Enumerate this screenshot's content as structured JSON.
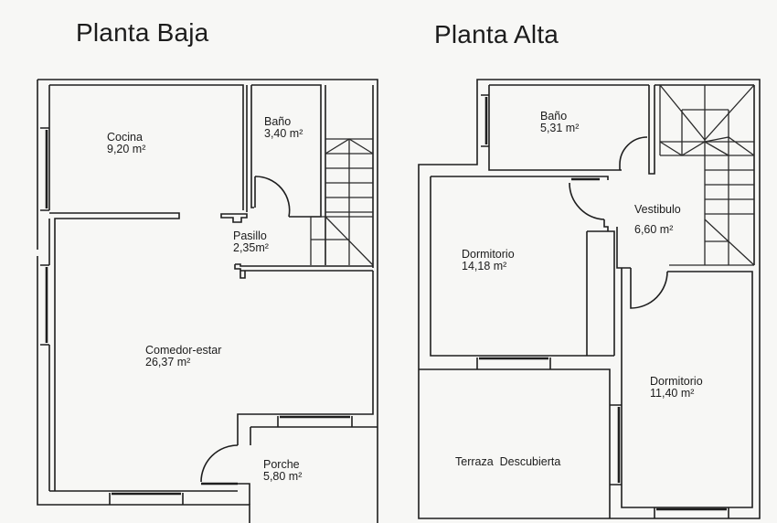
{
  "floors": [
    {
      "id": "planta-baja",
      "title": "Planta Baja",
      "rooms": [
        {
          "name": "Cocina",
          "area": "9,20 m²"
        },
        {
          "name": "Baño",
          "area": "3,40 m²"
        },
        {
          "name": "Pasillo",
          "area": "2,35m²"
        },
        {
          "name": "Comedor-estar",
          "area": "26,37 m²"
        },
        {
          "name": "Porche",
          "area": "5,80 m²"
        }
      ]
    },
    {
      "id": "planta-alta",
      "title": "Planta Alta",
      "rooms": [
        {
          "name": "Baño",
          "area": "5,31 m²"
        },
        {
          "name": "Vestibulo",
          "area": "6,60 m²"
        },
        {
          "name": "Dormitorio",
          "area": "14,18 m²"
        },
        {
          "name": "Dormitorio",
          "area": "11,40 m²"
        },
        {
          "name": "Terraza  Descubierta",
          "area": ""
        }
      ]
    }
  ],
  "colors": {
    "background": "#f7f7f5",
    "lines": "#1e1e1e"
  }
}
